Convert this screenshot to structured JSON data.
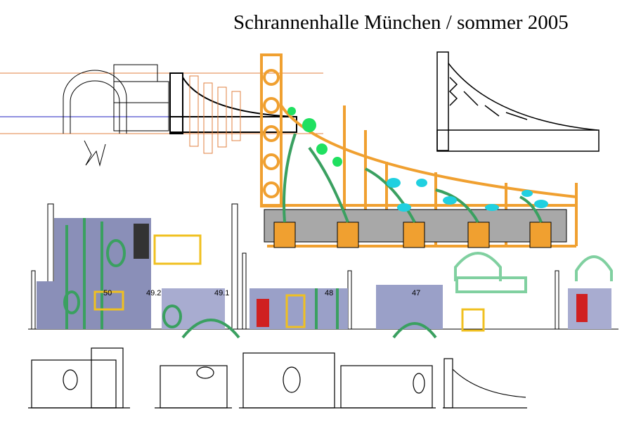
{
  "title": "Schrannenhalle München / sommer 2005",
  "elevation_labels": [
    "50",
    "49.2",
    "49.1",
    "48",
    "47"
  ],
  "colors": {
    "orange": "#f0a030",
    "green": "#3aa060",
    "cyan": "#20d0e0",
    "yellow": "#f0c020",
    "grey": "#a8a8a8",
    "blue": "#2020c0"
  }
}
